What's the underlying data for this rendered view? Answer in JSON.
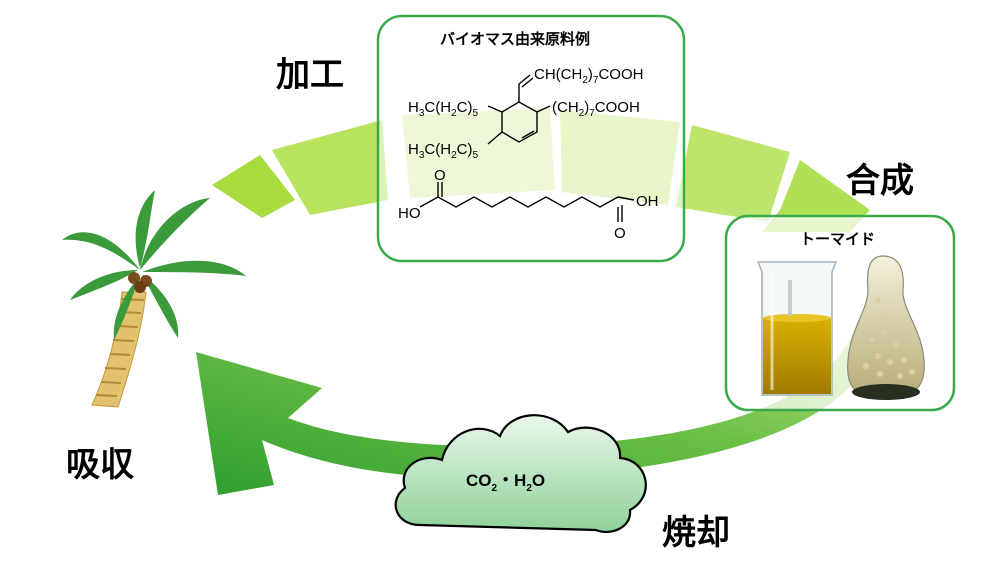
{
  "stages": {
    "processing": "加工",
    "synthesis": "合成",
    "incineration": "焼却",
    "absorption": "吸収"
  },
  "biomass_box": {
    "title": "バイオマス由来原料例",
    "dimer_acid": {
      "chain_top": "CH(CH2)7COOH",
      "chain_right": "(CH2)7COOH",
      "hexyl_top": "H3C(H2C)5",
      "hexyl_bottom": "H3C(H2C)5",
      "ch2": "CH",
      "sub_2": "2",
      "sub_7": "7",
      "sub_5": "5",
      "cooh": "COOH",
      "h3c": "H",
      "c_h2c": "C(H",
      "c_close": "C)"
    },
    "sebacic_acid": {
      "left": "HO",
      "right": "OH",
      "oxygen": "O"
    }
  },
  "product_box": {
    "title": "トーマイド"
  },
  "cloud": {
    "co2": "CO",
    "sub2": "2",
    "sep": "・H",
    "h2o_sub": "2",
    "o": "O"
  },
  "colors": {
    "arrow_light": "#cfe98a",
    "arrow_mid": "#b5e05a",
    "arrow_dark": "#3aa233",
    "frame_green": "#3aaa4a",
    "cloud_fill": "#8fd19a"
  }
}
